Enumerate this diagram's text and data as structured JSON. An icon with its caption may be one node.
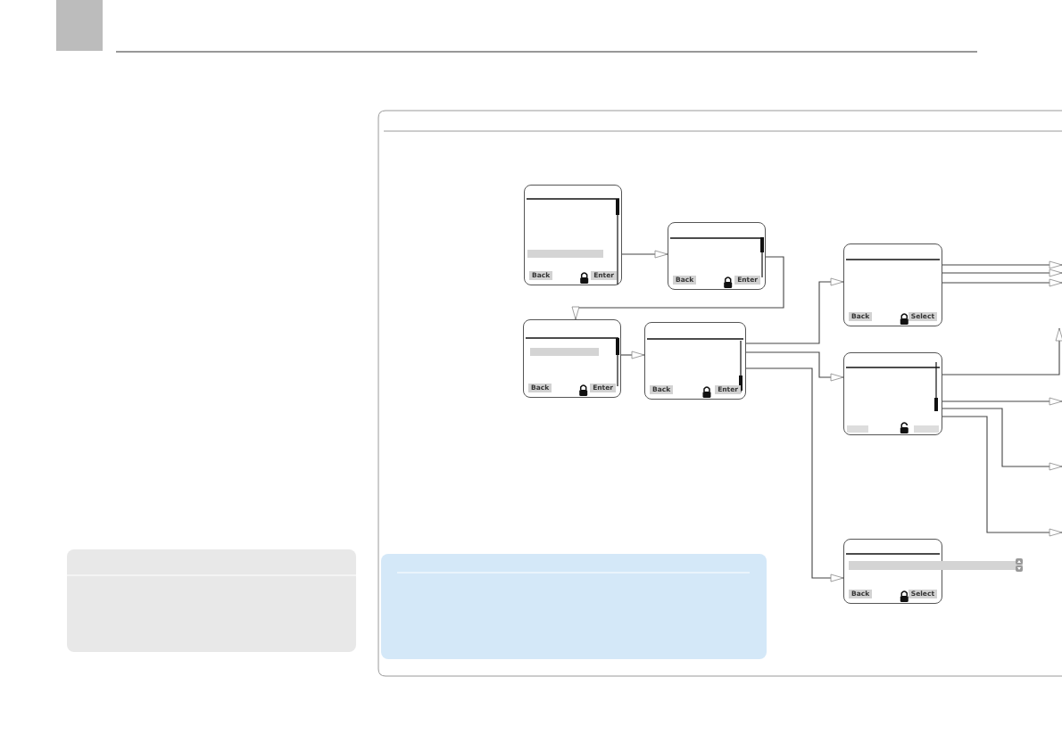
{
  "diagram": {
    "nodes": [
      {
        "text": [
          "Back",
          "Enter"
        ]
      },
      {
        "text": [
          "Back",
          "Enter"
        ]
      },
      {
        "text": [
          "Back",
          "Enter"
        ]
      },
      {
        "text": [
          "Back",
          "Enter"
        ]
      },
      {
        "text": [
          "Back",
          "Select"
        ]
      },
      {
        "text": [],
        "shape": "box"
      },
      {
        "text": [
          "Back",
          "Select"
        ]
      },
      {
        "text": [],
        "shape": "box"
      },
      {
        "text": [],
        "shape": "box"
      }
    ],
    "edges": [
      {
        "from": 0,
        "to": 1,
        "arrow": "to"
      },
      {
        "from": 1,
        "to": 2,
        "arrow": "to"
      },
      {
        "from": 2,
        "to": 3,
        "arrow": "to"
      },
      {
        "from": 3,
        "to": 4,
        "arrow": "to"
      },
      {
        "from": 3,
        "to": 5,
        "arrow": "to"
      },
      {
        "from": 3,
        "to": 6,
        "arrow": "to"
      },
      {
        "from": 4,
        "to": null,
        "arrow": "to"
      },
      {
        "from": 4,
        "to": null,
        "arrow": "to"
      },
      {
        "from": 4,
        "to": null,
        "arrow": "to"
      },
      {
        "from": 5,
        "to": null,
        "arrow": "to"
      },
      {
        "from": 5,
        "to": null,
        "arrow": "to"
      },
      {
        "from": 5,
        "to": null,
        "arrow": "to"
      },
      {
        "from": 5,
        "to": null,
        "arrow": "to"
      }
    ]
  }
}
